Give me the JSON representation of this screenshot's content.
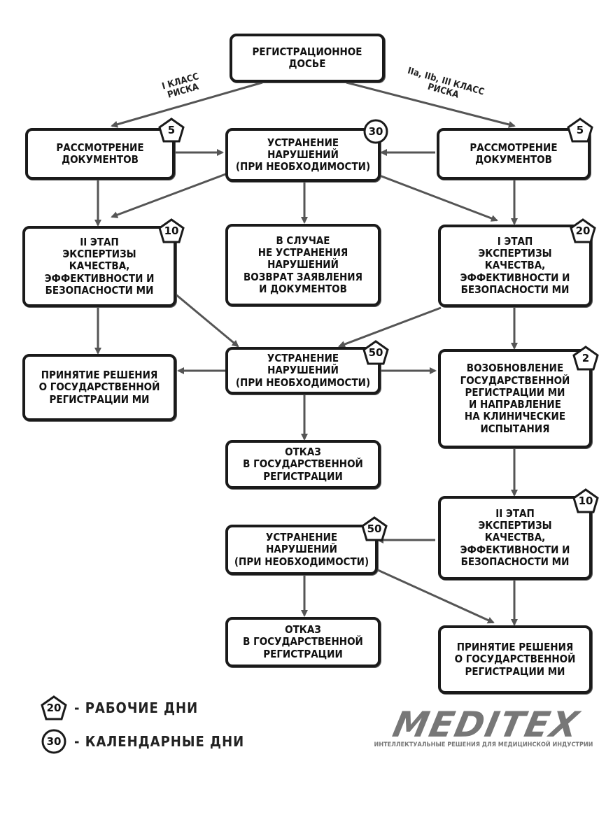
{
  "flowchart": {
    "nodes": {
      "dossier": "РЕГИСТРАЦИОННОЕ\nДОСЬЕ",
      "review_left": "РАССМОТРЕНИЕ\nДОКУМЕНТОВ",
      "fix_1": "УСТРАНЕНИЕ\nНАРУШЕНИЙ\n(ПРИ НЕОБХОДИМОСТИ)",
      "review_right": "РАССМОТРЕНИЕ\nДОКУМЕНТОВ",
      "stage2_left": "II ЭТАП\nЭКСПЕРТИЗЫ\nКАЧЕСТВА,\nЭФФЕКТИВНОСТИ И\nБЕЗОПАСНОСТИ МИ",
      "return_docs": "В СЛУЧАЕ\nНЕ УСТРАНЕНИЯ\nНАРУШЕНИЙ\nВОЗВРАТ ЗАЯВЛЕНИЯ\nИ ДОКУМЕНТОВ",
      "stage1_right": "I ЭТАП\nЭКСПЕРТИЗЫ\nКАЧЕСТВА,\nЭФФЕКТИВНОСТИ И\nБЕЗОПАСНОСТИ МИ",
      "decision_left": "ПРИНЯТИЕ РЕШЕНИЯ\nО ГОСУДАРСТВЕННОЙ\nРЕГИСТРАЦИИ МИ",
      "fix_2": "УСТРАНЕНИЕ\nНАРУШЕНИЙ\n(ПРИ НЕОБХОДИМОСТИ)",
      "resume_reg": "ВОЗОБНОВЛЕНИЕ\nГОСУДАРСТВЕННОЙ\nРЕГИСТРАЦИИ МИ\nИ НАПРАВЛЕНИЕ\nНА КЛИНИЧЕСКИЕ\nИСПЫТАНИЯ",
      "refusal_1": "ОТКАЗ\nВ ГОСУДАРСТВЕННОЙ\nРЕГИСТРАЦИИ",
      "stage2_right": "II ЭТАП\nЭКСПЕРТИЗЫ\nКАЧЕСТВА,\nЭФФЕКТИВНОСТИ И\nБЕЗОПАСНОСТИ МИ",
      "fix_3": "УСТРАНЕНИЕ\nНАРУШЕНИЙ\n(ПРИ НЕОБХОДИМОСТИ)",
      "refusal_2": "ОТКАЗ\nВ ГОСУДАРСТВЕННОЙ\nРЕГИСТРАЦИИ",
      "decision_right": "ПРИНЯТИЕ РЕШЕНИЯ\nО ГОСУДАРСТВЕННОЙ\nРЕГИСТРАЦИИ МИ"
    },
    "badges": {
      "review_left": "5",
      "fix_1": "30",
      "review_right": "5",
      "stage2_left": "10",
      "stage1_right": "20",
      "fix_2": "50",
      "resume_reg": "2",
      "stage2_right": "10",
      "fix_3": "50"
    },
    "branch_labels": {
      "left": "I КЛАСС\nРИСКА",
      "right": "IIa, IIb, III КЛАСС\nРИСКА"
    }
  },
  "legend": {
    "working_days": {
      "number": "20",
      "text": "- РАБОЧИЕ ДНИ"
    },
    "calendar_days": {
      "number": "30",
      "text": "- КАЛЕНДАРНЫЕ ДНИ"
    }
  },
  "logo": {
    "wordmark": "MEDITEX",
    "tagline": "ИНТЕЛЛЕКТУАЛЬНЫЕ РЕШЕНИЯ ДЛЯ МЕДИЦИНСКОЙ ИНДУСТРИИ"
  },
  "colors": {
    "ink": "#1a1a1a",
    "arrow": "#555555",
    "logo": "#777777"
  }
}
